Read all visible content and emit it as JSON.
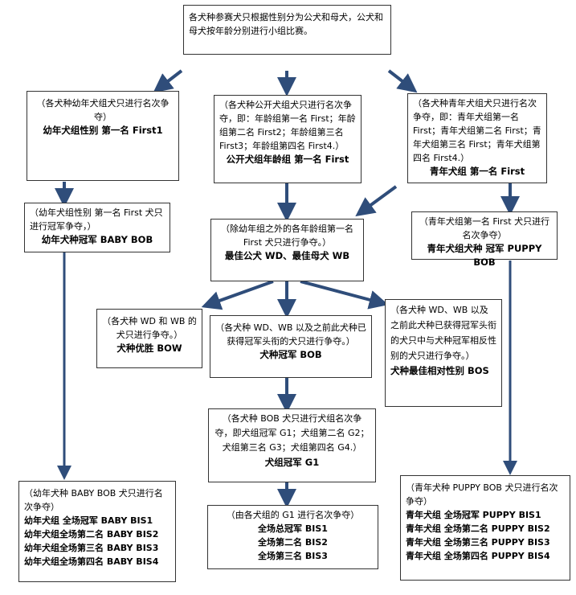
{
  "diagram": {
    "boxes": {
      "top": {
        "desc": "各犬种参赛犬只根据性别分为公犬和母犬，公犬和母犬按年龄分别进行小组比赛。"
      },
      "baby_group": {
        "desc": "（各犬种幼年犬组犬只进行名次争夺）",
        "title": "幼年犬组性别 第一名 First1"
      },
      "open_group": {
        "desc": "（各犬种公开犬组犬只进行名次争夺，即：年龄组第一名 First；年龄组第二名 First2；年龄组第三名 First3；年龄组第四名 First4.）",
        "title": "公开犬组年龄组  第一名 First"
      },
      "youth_group": {
        "desc": "（各犬种青年犬组犬只进行名次争夺，即：青年犬组第一名  First；青年犬组第二名 First；青年犬组第三名 First；青年犬组第四名 First4.）",
        "title": "青年犬组  第一名 First"
      },
      "baby_bob": {
        "desc": "（幼年犬组性别  第一名  First 犬只进行冠军争夺，）",
        "title": "幼年犬种冠军 BABY BOB"
      },
      "wd_wb": {
        "desc": "（除幼年组之外的各年龄组第一名 First 犬只进行争夺。）",
        "title": "最佳公犬 WD、最佳母犬 WB"
      },
      "puppy_bob": {
        "desc": "（青年犬组第一名  First  犬只进行名次争夺）",
        "title": "青年犬组犬种 冠军 PUPPY BOB"
      },
      "bow": {
        "desc": "（各犬种 WD 和 WB 的犬只进行争夺。）",
        "title": "犬种优胜 BOW"
      },
      "bob": {
        "desc": "（各犬种 WD、WB 以及之前此犬种已获得冠军头衔的犬只进行争夺。）",
        "title": "犬种冠军 BOB"
      },
      "bos": {
        "desc": "（各犬种 WD、WB 以及之前此犬种已获得冠军头衔的犬只中与犬种冠军相反性别的犬只进行争夺。）",
        "title": "犬种最佳相对性别 BOS"
      },
      "g1": {
        "desc": "（各犬种  BOB 犬只进行犬组名次争夺，即犬组冠军 G1；犬组第二名 G2；犬组第三名 G3；犬组第四名 G4.）",
        "title": "犬组冠军 G1"
      },
      "baby_bis": {
        "desc": "（幼年犬种  BABY BOB 犬只进行名次争夺）",
        "lines": [
          "幼年犬组 全场冠军   BABY BIS1",
          "幼年犬组全场第二名 BABY BIS2",
          "幼年犬组全场第三名 BABY BIS3",
          "幼年犬组全场第四名 BABY BIS4"
        ]
      },
      "bis": {
        "desc": "（由各犬组的 G1 进行名次争夺）",
        "lines": [
          "全场总冠军 BIS1",
          "全场第二名 BIS2",
          "全场第三名 BIS3"
        ]
      },
      "puppy_bis": {
        "desc": "（青年犬种 PUPPY BOB 犬只进行名次争夺）",
        "lines": [
          "青年犬组   全场冠军  PUPPY BIS1",
          "青年犬组 全场第二名  PUPPY BIS2",
          "青年犬组 全场第三名  PUPPY BIS3",
          "青年犬组 全场第四名  PUPPY BIS4"
        ]
      }
    },
    "colors": {
      "arrow": "#2f4d7a",
      "border": "#333333"
    }
  }
}
